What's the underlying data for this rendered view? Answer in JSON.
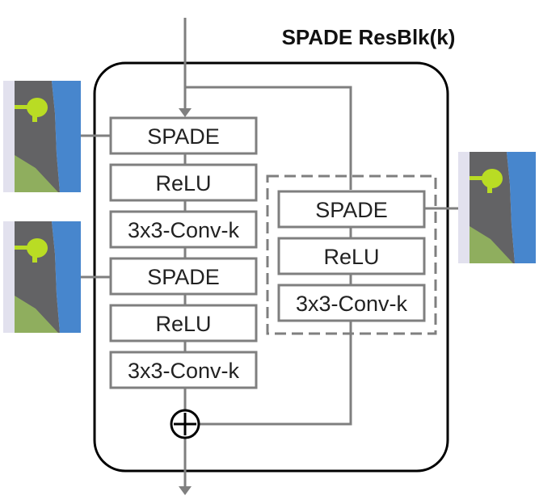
{
  "title": "SPADE ResBlk(k)",
  "main_path": {
    "blocks": [
      "SPADE",
      "ReLU",
      "3x3-Conv-k",
      "SPADE",
      "ReLU",
      "3x3-Conv-k"
    ]
  },
  "shortcut_path": {
    "blocks": [
      "SPADE",
      "ReLU",
      "3x3-Conv-k"
    ]
  },
  "sum_symbol": "+",
  "segmap_thumbnails": 3,
  "colors": {
    "line": "#7f7f7f",
    "block_border": "#7f7f7f",
    "frame": "#000000",
    "seg_background": "#e2e1ee",
    "seg_dark": "#636365",
    "seg_green": "#8fae5e",
    "seg_yellow_green": "#b9dc24",
    "seg_blue": "#4786cd"
  }
}
